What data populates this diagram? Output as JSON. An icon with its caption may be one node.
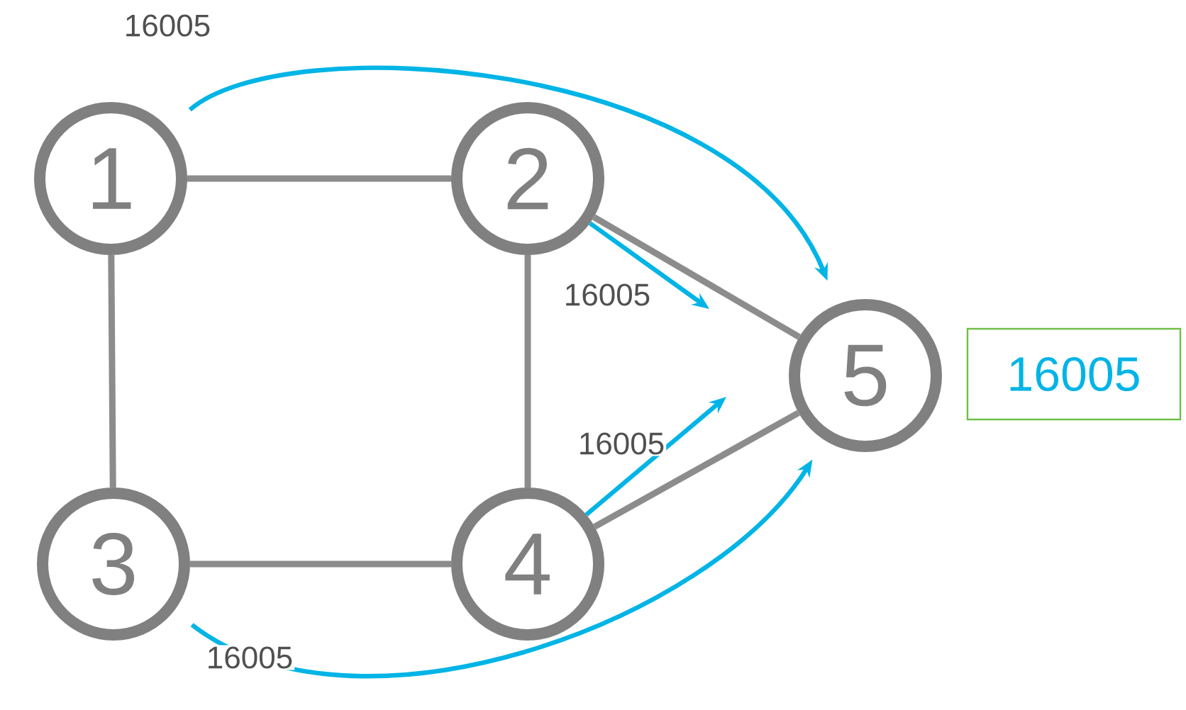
{
  "diagram": {
    "nodes": [
      {
        "text": [
          "1"
        ]
      },
      {
        "text": [
          "2"
        ]
      },
      {
        "text": [
          "3"
        ]
      },
      {
        "text": [
          "4"
        ]
      },
      {
        "text": [
          "5"
        ]
      },
      {
        "text": [
          "16005"
        ]
      }
    ],
    "edges": [
      {
        "from": 0,
        "to": 1,
        "arrow": "none"
      },
      {
        "from": 0,
        "to": 2,
        "arrow": "none"
      },
      {
        "from": 1,
        "to": 3,
        "arrow": "none"
      },
      {
        "from": 2,
        "to": 3,
        "arrow": "none"
      },
      {
        "from": 1,
        "to": 4,
        "arrow": "none"
      },
      {
        "from": 3,
        "to": 4,
        "arrow": "none"
      },
      {
        "from": 0,
        "to": 4,
        "arrow": "to",
        "label": "16005",
        "color": "#00b4e6"
      },
      {
        "from": 1,
        "to": null,
        "arrow": "to",
        "label": "16005",
        "color": "#00b4e6"
      },
      {
        "from": 3,
        "to": null,
        "arrow": "to",
        "label": "16005",
        "color": "#00b4e6"
      },
      {
        "from": 2,
        "to": 4,
        "arrow": "to",
        "label": "16005",
        "color": "#00b4e6"
      }
    ]
  }
}
